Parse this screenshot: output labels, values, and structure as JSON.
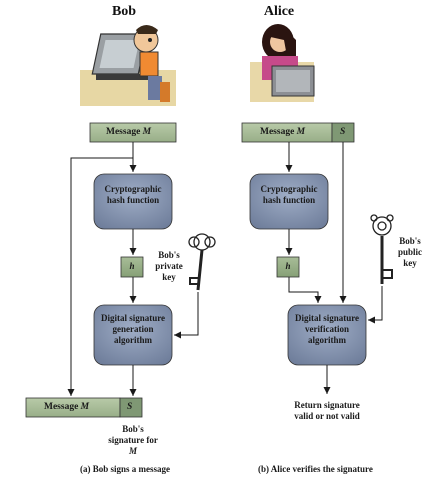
{
  "headers": {
    "bob": "Bob",
    "alice": "Alice"
  },
  "left": {
    "message_prefix": "Message ",
    "message_var": "M",
    "hash_box": "Cryptographic hash function",
    "h_label": "h",
    "private_key_label": "Bob's private key",
    "gen_box": "Digital signature generation algorithm",
    "out_message_prefix": "Message ",
    "out_message_var": "M",
    "s_label": "S",
    "sig_note_prefix": "Bob's signature for ",
    "sig_note_var": "M",
    "caption": "(a) Bob signs a message"
  },
  "right": {
    "message_prefix": "Message ",
    "message_var": "M",
    "s_label": "S",
    "hash_box": "Cryptographic hash function",
    "h_label": "h",
    "public_key_label": "Bob's public key",
    "ver_box": "Digital signature verification algorithm",
    "return_note": "Return signature valid or not valid",
    "caption": "(b) Alice verifies the signature"
  },
  "colors": {
    "message_box": "#a8bc98",
    "s_box": "#7f9874",
    "process_box": "#7d8ba6",
    "h_box": "#92aa82",
    "arrow": "#1a1a1a"
  }
}
